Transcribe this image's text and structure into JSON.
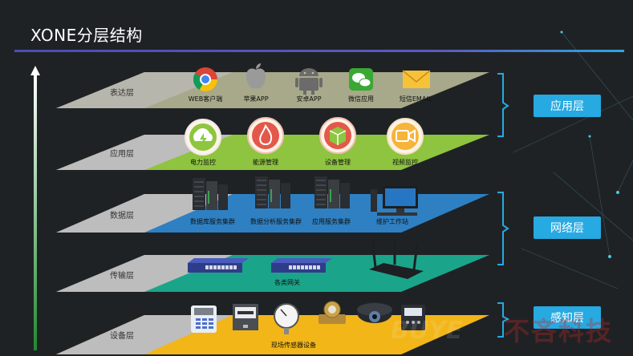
{
  "title": "XONE分层结构",
  "layers": [
    {
      "label": "表达层",
      "color": "#a8a98a",
      "items": [
        "WEB客户端",
        "苹果APP",
        "安卓APP",
        "微信应用",
        "短信EMAIL"
      ]
    },
    {
      "label": "应用层",
      "color": "#8ec43f",
      "items": [
        "电力监控",
        "能源管理",
        "设备管理",
        "视频监控"
      ]
    },
    {
      "label": "数据层",
      "color": "#2e80c3",
      "items": [
        "数据库服务集群",
        "数据分析服务集群",
        "应用服务集群",
        "维护工作站"
      ]
    },
    {
      "label": "传输层",
      "color": "#1aa58a",
      "items": [
        "各类网关"
      ]
    },
    {
      "label": "设备层",
      "color": "#f2b619",
      "items": [
        "现场传感器设备"
      ]
    }
  ],
  "groups": [
    {
      "label": "应用层",
      "color": "#27a9e1"
    },
    {
      "label": "网络层",
      "color": "#27a9e1"
    },
    {
      "label": "感知层",
      "color": "#27a9e1"
    }
  ],
  "watermark": {
    "text": "不吝科技",
    "en": "BUYE"
  },
  "icons": {
    "expression": [
      "chrome-icon",
      "apple-icon",
      "android-icon",
      "wechat-icon",
      "mail-icon"
    ],
    "application": [
      "power-monitor-icon",
      "energy-icon",
      "device-icon",
      "video-icon"
    ],
    "data": [
      "server-icon",
      "server-icon",
      "server-icon",
      "workstation-icon"
    ],
    "transport": [
      "switch-icon",
      "switch-icon",
      "router-icon"
    ],
    "device": [
      "meter-icon",
      "meter-icon",
      "gauge-icon",
      "water-meter-icon",
      "camera-icon",
      "controller-icon"
    ]
  }
}
